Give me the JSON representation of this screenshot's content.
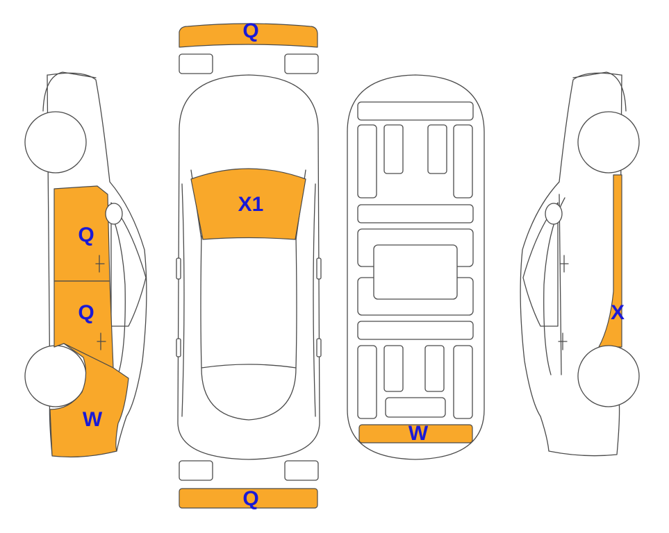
{
  "colors": {
    "damage_fill": "#f9a82a",
    "code_text": "#1a1ad6",
    "outline": "#4a4a4a"
  },
  "views": {
    "left_side": {
      "labels": [
        "Q",
        "Q",
        "W"
      ]
    },
    "top": {
      "labels": [
        "Q",
        "X1",
        "Q"
      ]
    },
    "underside": {
      "labels": [
        "W"
      ]
    },
    "right_side": {
      "labels": [
        "X"
      ]
    }
  }
}
